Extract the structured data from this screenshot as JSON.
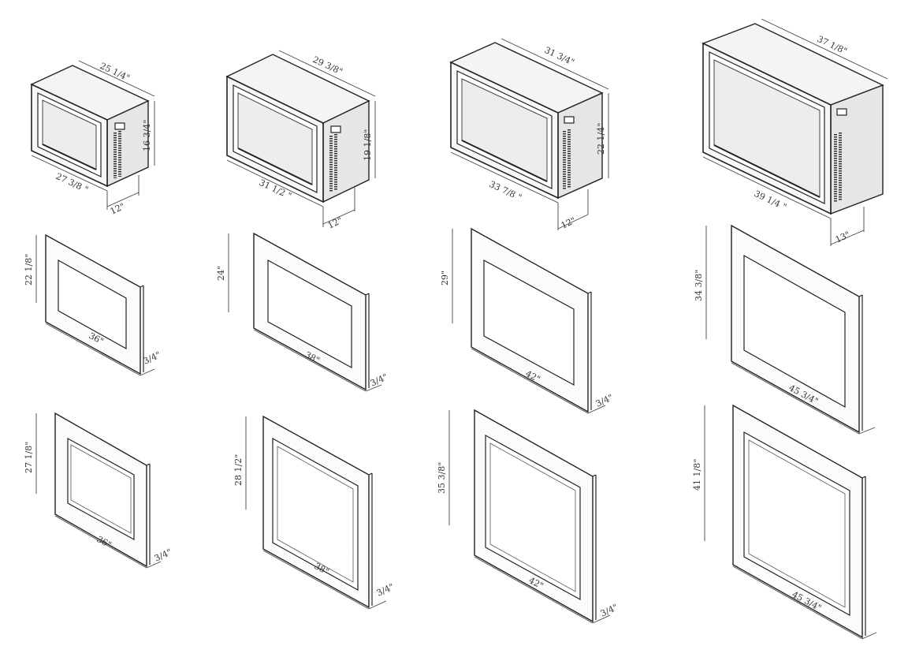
{
  "columns": [
    {
      "box": {
        "top_width": "25 1/4\"",
        "height": "16 3/4\"",
        "front_width": "27 3/8 \"",
        "depth": "12\""
      },
      "panel": {
        "height": "22 1/8\"",
        "width": "36\"",
        "thickness": "3/4\""
      },
      "frame": {
        "height": "27 1/8\"",
        "width": "36\"",
        "thickness": "3/4\""
      }
    },
    {
      "box": {
        "top_width": "29 3/8\"",
        "height": "19 1/8\"",
        "front_width": "31 1/2 \"",
        "depth": "12\""
      },
      "panel": {
        "height": "24\"",
        "width": "38\"",
        "thickness": "3/4\""
      },
      "frame": {
        "height": "28 1/2\"",
        "width": "38\"",
        "thickness": "3/4\""
      }
    },
    {
      "box": {
        "top_width": "31 3/4\"",
        "height": "22 1/4\"",
        "front_width": "33 7/8 \"",
        "depth": "12\""
      },
      "panel": {
        "height": "29\"",
        "width": "42\"",
        "thickness": "3/4\""
      },
      "frame": {
        "height": "35 3/8\"",
        "width": "42\"",
        "thickness": "3/4\""
      }
    },
    {
      "box": {
        "top_width": "37 1/8\"",
        "height": "",
        "front_width": "39 1/4 \"",
        "depth": "13\""
      },
      "panel": {
        "height": "34 3/8\"",
        "width": "45 3/4\"",
        "thickness": ""
      },
      "frame": {
        "height": "41 1/8\"",
        "width": "45 3/4\"",
        "thickness": ""
      }
    }
  ]
}
